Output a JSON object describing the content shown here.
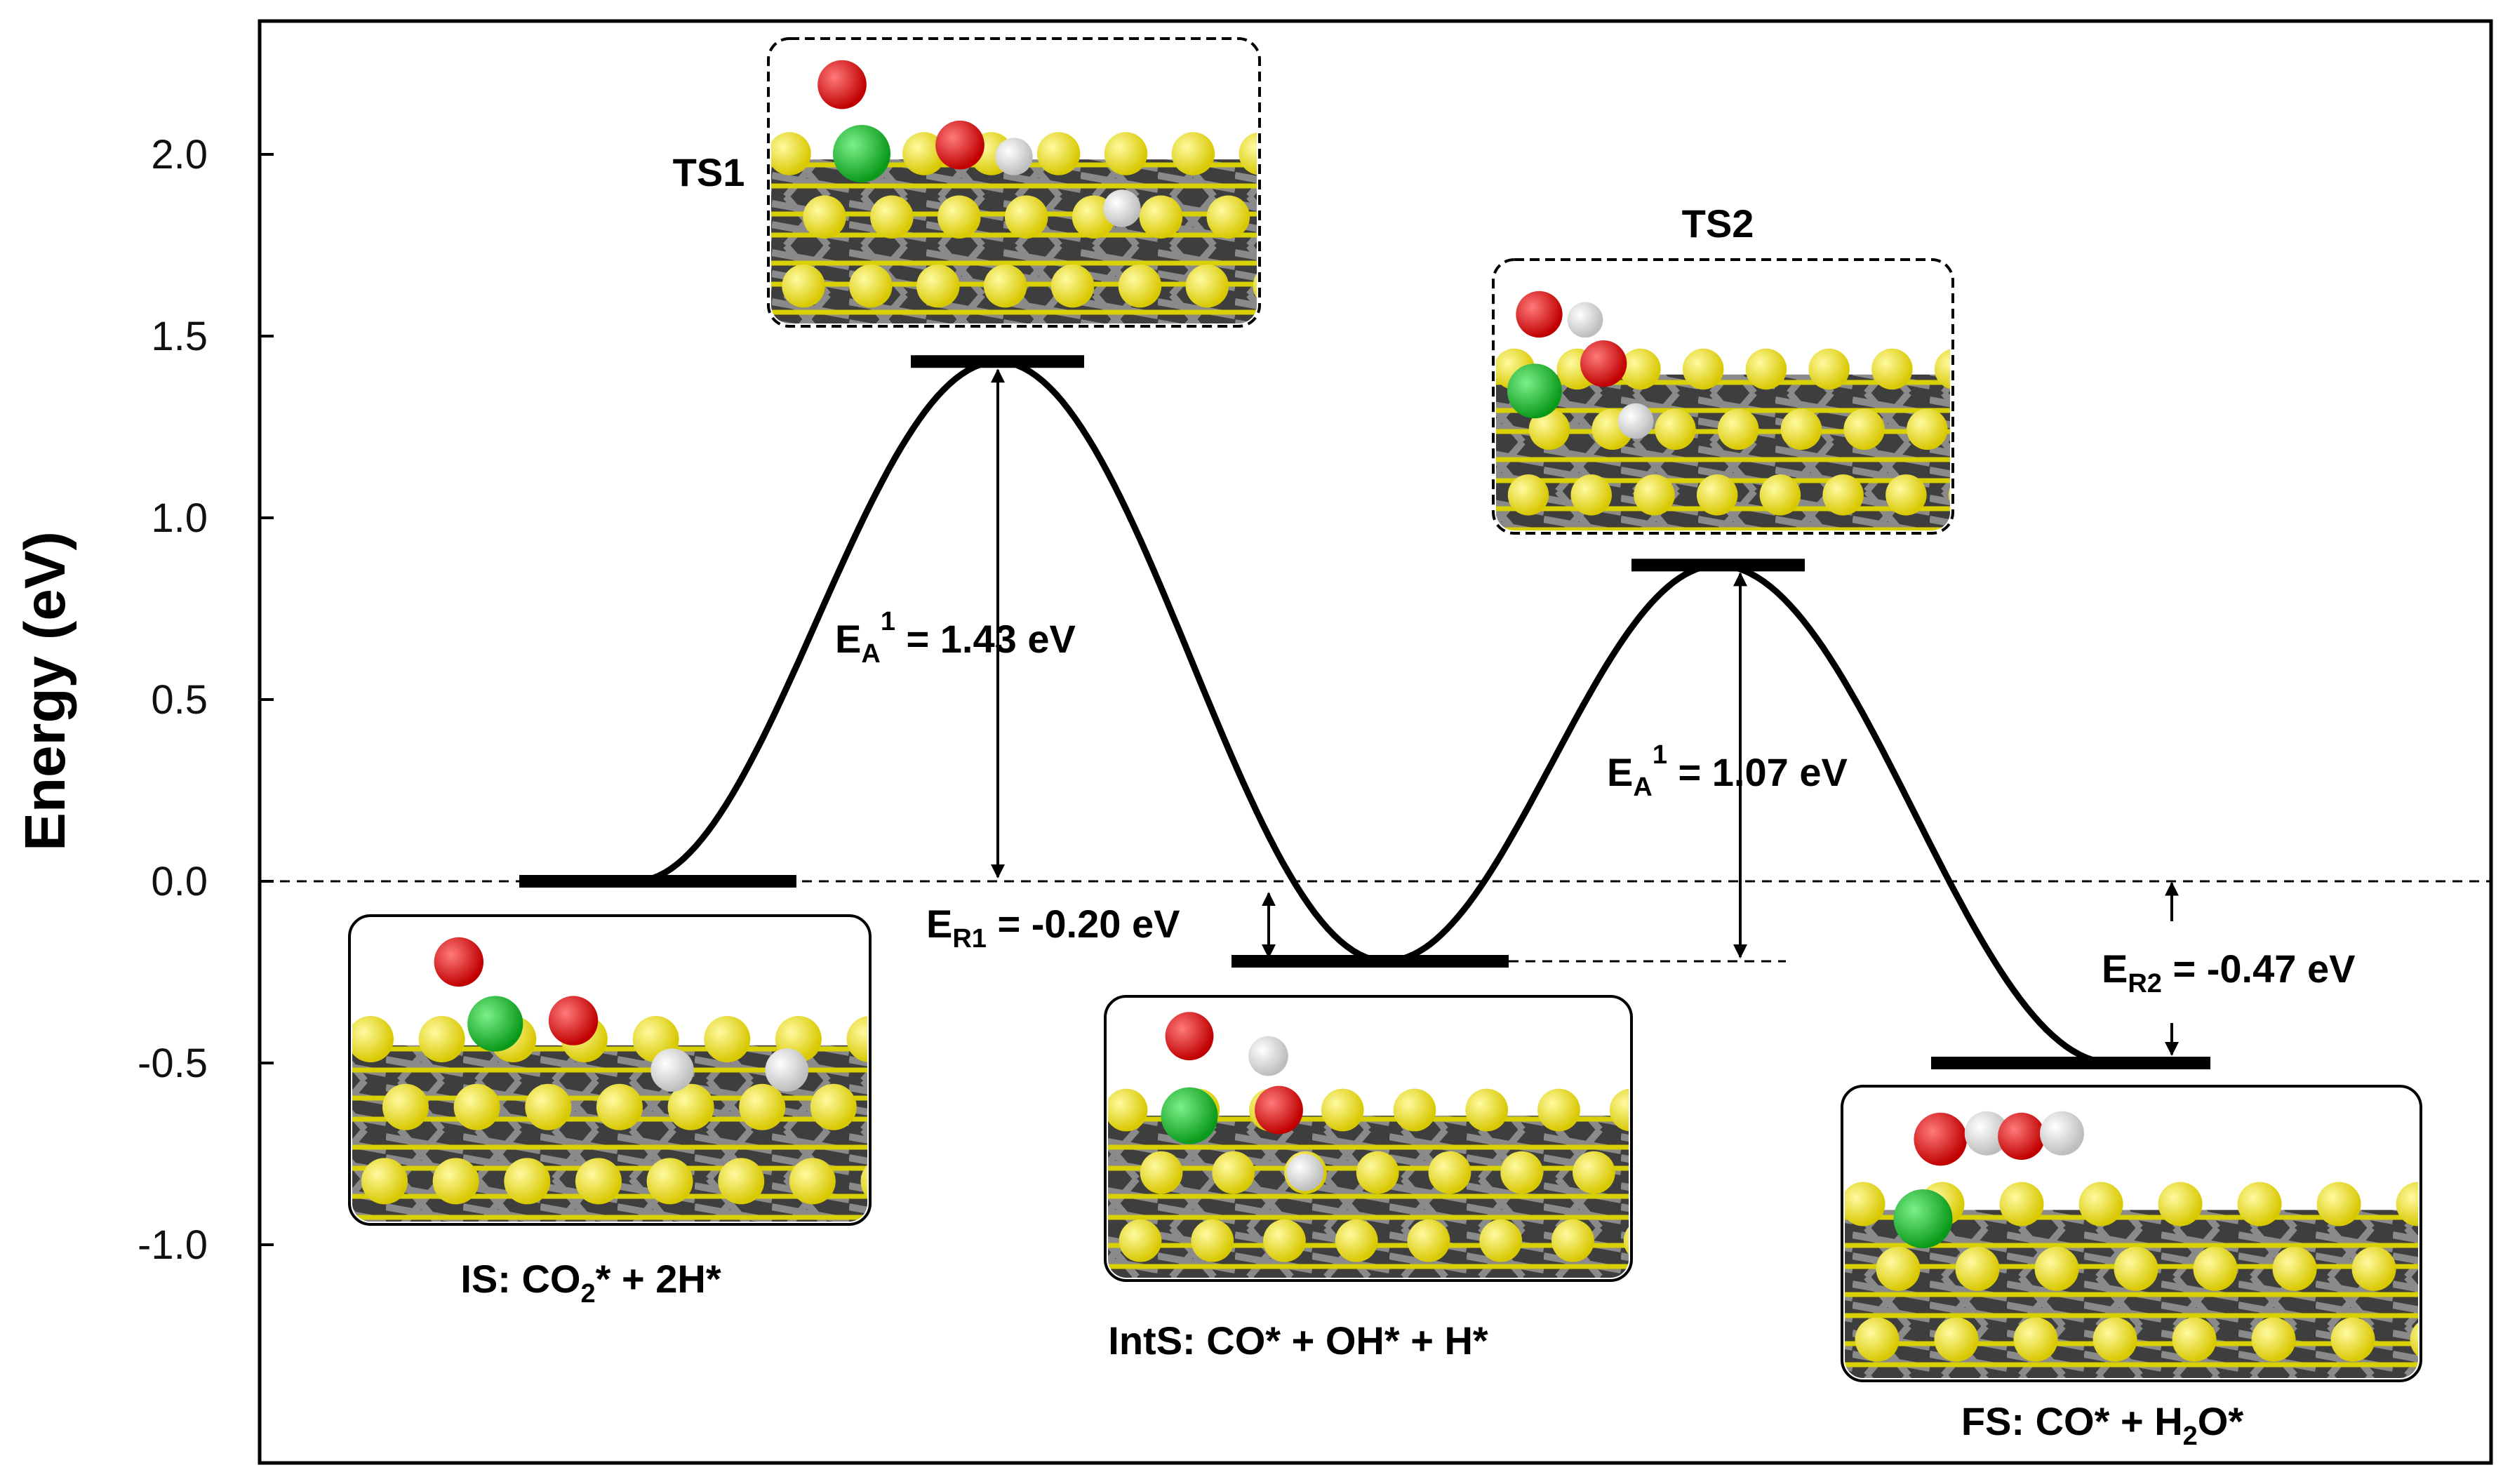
{
  "chart_data": {
    "type": "line",
    "ylabel": "Energy (eV)",
    "ylim": [
      -1.6,
      2.4
    ],
    "yticks": [
      "2.0",
      "1.5",
      "1.0",
      "0.5",
      "0.0",
      "-0.5",
      "-1.0"
    ],
    "ytick_values": [
      2.0,
      1.5,
      1.0,
      0.5,
      0.0,
      -0.5,
      -1.0
    ],
    "reference_line": 0.0,
    "states": [
      {
        "id": "IS",
        "energy": 0.0
      },
      {
        "id": "TS1",
        "energy": 1.43
      },
      {
        "id": "IntS",
        "energy": -0.22
      },
      {
        "id": "TS2",
        "energy": 0.87
      },
      {
        "id": "FS",
        "energy": -0.5
      }
    ],
    "labels": {
      "ts1": "TS1",
      "ts2": "TS2",
      "is": {
        "main": "IS: CO",
        "sub": "2",
        "rest": "* + 2H*"
      },
      "ints": "IntS: CO* + OH* + H*",
      "fs": {
        "main": "FS: CO* + H",
        "sub": "2",
        "rest": "O*"
      }
    },
    "annotations": {
      "ea1": {
        "main": "E",
        "sub": "A",
        "sup": "1",
        "rest": " = 1.43 eV"
      },
      "ea2": {
        "main": "E",
        "sub": "A",
        "sup": "1",
        "rest": " = 1.07 eV"
      },
      "er1": {
        "main": "E",
        "sub": "R1",
        "rest": " = -0.20 eV"
      },
      "er2": {
        "main": "E",
        "sub": "R2",
        "rest": " = -0.47 eV"
      }
    }
  },
  "colors": {
    "surface_S": "#f2e51a",
    "surface_metal": "#5a5a5a",
    "oxygen": "#e01010",
    "carbon": "#18c02a",
    "hydrogen": "#ececec",
    "line": "#000000"
  }
}
